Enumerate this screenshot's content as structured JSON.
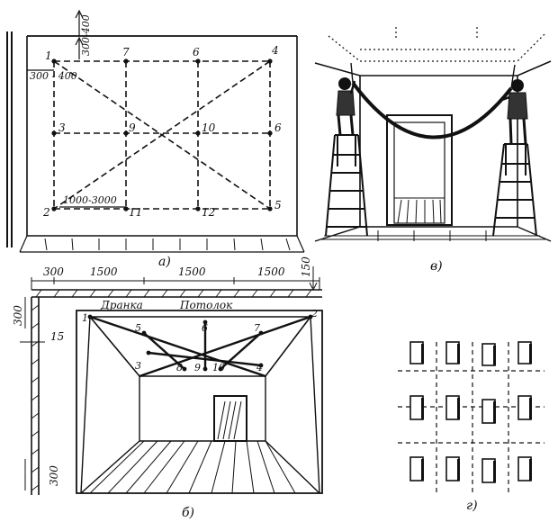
{
  "panel_a": {
    "caption": "а)",
    "point_labels": [
      "1",
      "2",
      "3",
      "4",
      "5",
      "6",
      "6",
      "7",
      "9",
      "10",
      "11",
      "12"
    ],
    "dim_top": "300-400",
    "dim_left": "300 - 400",
    "dim_bottom": "1000-3000"
  },
  "panel_b": {
    "caption": "б)",
    "dims": [
      "300",
      "1500",
      "1500",
      "1500",
      "150",
      "300",
      "15",
      "300"
    ],
    "label_lath": "Дранка",
    "label_ceiling": "Потолок",
    "point_labels": [
      "1",
      "2",
      "3",
      "4",
      "5",
      "6",
      "7",
      "8",
      "9",
      "10"
    ]
  },
  "panel_v": {
    "caption": "в)"
  },
  "panel_g": {
    "caption": "г)"
  }
}
